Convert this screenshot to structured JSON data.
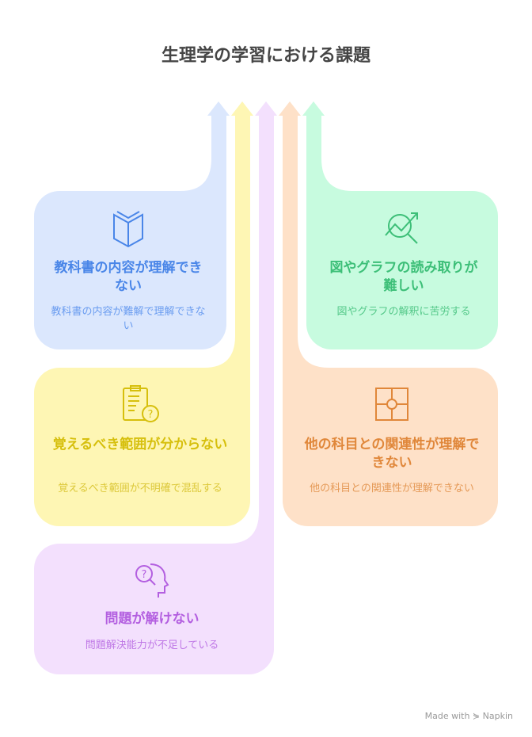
{
  "title": "生理学の学習における課題",
  "colors": {
    "blue": "#4a86e8",
    "yellow": "#d6bf0c",
    "purple": "#b35fe0",
    "orange": "#e0873a",
    "green": "#3dbf78"
  },
  "cards": [
    {
      "id": "blue",
      "icon": "open-book-icon",
      "heading": "教科書の内容が理解できない",
      "description": "教科書の内容が難解で理解できない"
    },
    {
      "id": "yellow",
      "icon": "clipboard-question-icon",
      "heading": "覚えるべき範囲が分からない",
      "description": "覚えるべき範囲が不明確で混乱する"
    },
    {
      "id": "purple",
      "icon": "head-question-icon",
      "heading": "問題が解けない",
      "description": "問題解決能力が不足している"
    },
    {
      "id": "orange",
      "icon": "puzzle-icon",
      "heading": "他の科目との関連性が理解できない",
      "description": "他の科目との関連性が理解できない"
    },
    {
      "id": "green",
      "icon": "chart-magnifier-icon",
      "heading": "図やグラフの読み取りが難しい",
      "description": "図やグラフの解釈に苦労する"
    }
  ],
  "footer": "Made with ⋟ Napkin"
}
